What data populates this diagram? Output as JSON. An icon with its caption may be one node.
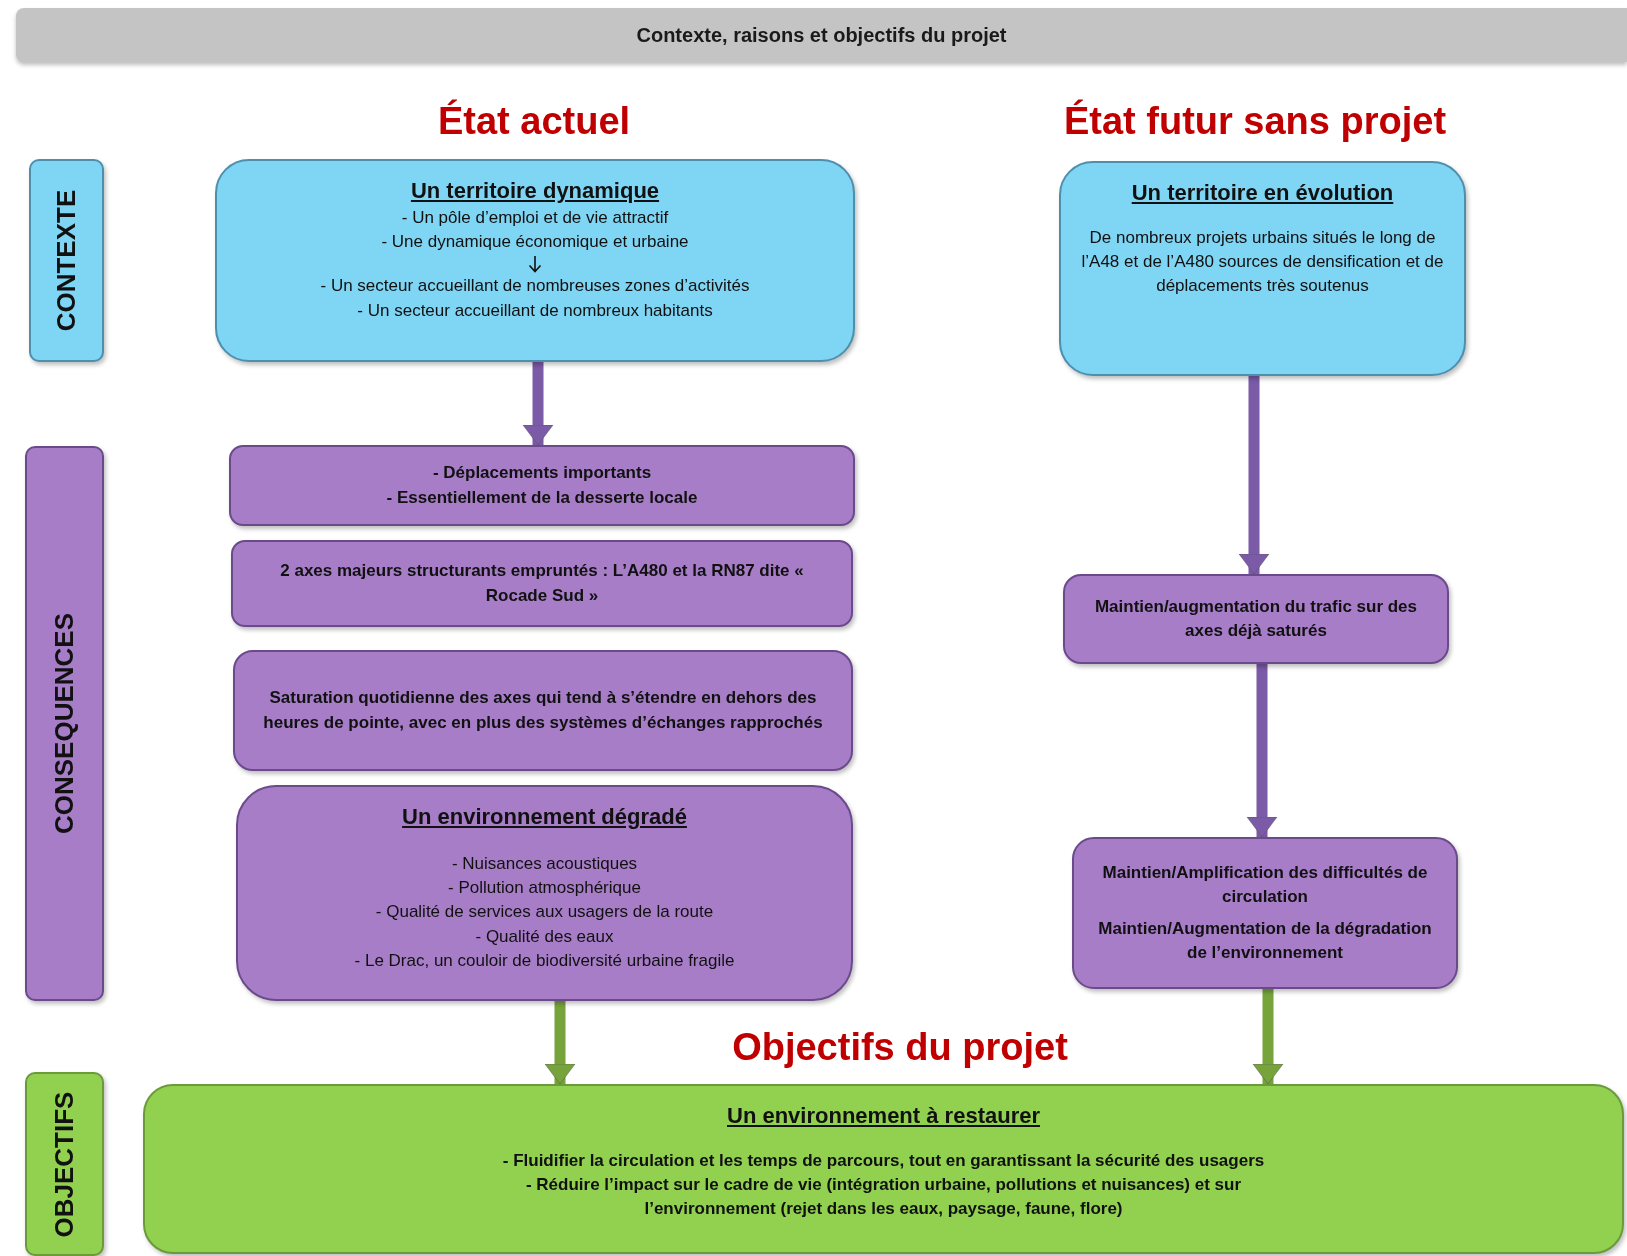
{
  "diagram": {
    "title": "Contexte, raisons et objectifs du projet",
    "nodes": [
      {
        "text": [
          "CONTEXTE"
        ]
      },
      {
        "text": [
          "CONSEQUENCES"
        ]
      },
      {
        "text": [
          "OBJECTIFS"
        ]
      },
      {
        "text": [
          "Un territoire dynamique",
          "- Un pôle d’emploi et de vie attractif",
          "- Une dynamique économique et urbaine",
          "- Un secteur accueillant de nombreuses zones d’activités",
          "- Un secteur accueillant de nombreux habitants"
        ]
      },
      {
        "text": [
          "Un territoire en évolution",
          "De nombreux projets urbains situés le long de l’A48 et de l’A480 sources de densification et de déplacements très soutenus"
        ]
      },
      {
        "text": [
          "- Déplacements importants",
          "- Essentiellement de la desserte locale"
        ]
      },
      {
        "text": [
          "2 axes majeurs structurants empruntés : L’A480 et la RN87 dite « Rocade Sud »"
        ]
      },
      {
        "text": [
          "Saturation quotidienne des axes qui tend à s’étendre en dehors des heures de pointe, avec en plus des systèmes d’échanges rapprochés"
        ]
      },
      {
        "text": [
          "Un environnement dégradé",
          "- Nuisances acoustiques",
          "- Pollution atmosphérique",
          "- Qualité de services aux usagers de la route",
          "- Qualité des eaux",
          "- Le Drac, un couloir de biodiversité urbaine fragile"
        ]
      },
      {
        "text": [
          "Maintien/augmentation du trafic sur des axes déjà saturés"
        ]
      },
      {
        "text": [
          "Maintien/Amplification des difficultés de circulation",
          "Maintien/Augmentation de la dégradation de l’environnement"
        ]
      },
      {
        "text": [
          "Un environnement à restaurer",
          "- Fluidifier la circulation et les temps de parcours, tout en garantissant la sécurité des usagers",
          "- Réduire l’impact sur le cadre de vie (intégration urbaine, pollutions et nuisances) et sur l’environnement (rejet dans les eaux, paysage, faune, flore)"
        ]
      }
    ],
    "edges": [
      {
        "from": 3,
        "to": 5,
        "arrow": "to"
      },
      {
        "from": 4,
        "to": 9,
        "arrow": "to"
      },
      {
        "from": 9,
        "to": 10,
        "arrow": "to"
      },
      {
        "from": 8,
        "to": 11,
        "arrow": "to",
        "color": "#77a33b"
      },
      {
        "from": 10,
        "to": 11,
        "arrow": "to",
        "color": "#77a33b"
      }
    ],
    "labels": [
      "État actuel",
      "État futur sans projet",
      "Objectifs du projet"
    ]
  }
}
